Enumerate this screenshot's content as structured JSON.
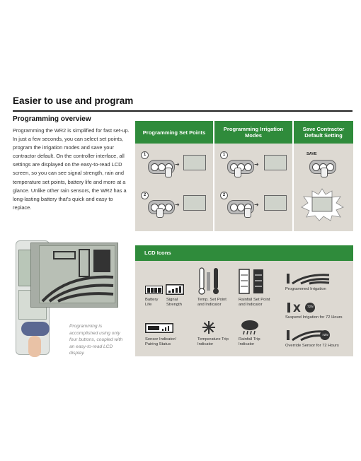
{
  "title": "Easier to use and program",
  "subtitle": "Programming overview",
  "body": "Programming the WR2 is simplified for fast set-up. In just a few seconds, you can select set points, program the irrigation modes and save your contractor default. On the controller interface, all settings are displayed on the easy-to-read LCD screen, so you can see signal strength, rain and temperature set points, battery life and more at a glance. Unlike other rain sensors, the WR2 has a long-lasting battery that's quick and easy to replace.",
  "caption": "Programming is accomplished using only four buttons, coupled with an easy-to-read LCD display.",
  "programming": {
    "columns": [
      {
        "label": "Programming Set Points"
      },
      {
        "label": "Programming Irrigation Modes"
      },
      {
        "label": "Save Contractor Default Setting"
      }
    ],
    "steps": [
      "1",
      "2"
    ],
    "save_label": "SAVE"
  },
  "lcd": {
    "title": "LCD Icons",
    "icons": [
      {
        "icon": "battery-icon",
        "label": "Battery Life"
      },
      {
        "icon": "signal-icon",
        "label": "Signal Strength"
      },
      {
        "icon": "temperature-icon",
        "label": "Temp. Set Point and Indicator"
      },
      {
        "icon": "rainfall-icon",
        "label": "Rainfall Set Point and Indicator"
      },
      {
        "icon": "irrigation-icon",
        "label": "Programmed Irrigation"
      },
      {
        "icon": "suspend-icon",
        "label": "Suspend Irrigation for 72 Hours"
      },
      {
        "icon": "sensor-icon",
        "label": "Sensor Indicator/ Pairing Status"
      },
      {
        "icon": "snowflake-icon",
        "label": "Temperature Trip Indicator"
      },
      {
        "icon": "rain-cloud-icon",
        "label": "Rainfall Trip Indicator"
      },
      {
        "icon": "override-icon",
        "label": "Override Sensor for 72 Hours"
      }
    ],
    "badge": "72hr"
  },
  "colors": {
    "accent": "#2f8b3b",
    "panel": "#ddd9d2"
  }
}
